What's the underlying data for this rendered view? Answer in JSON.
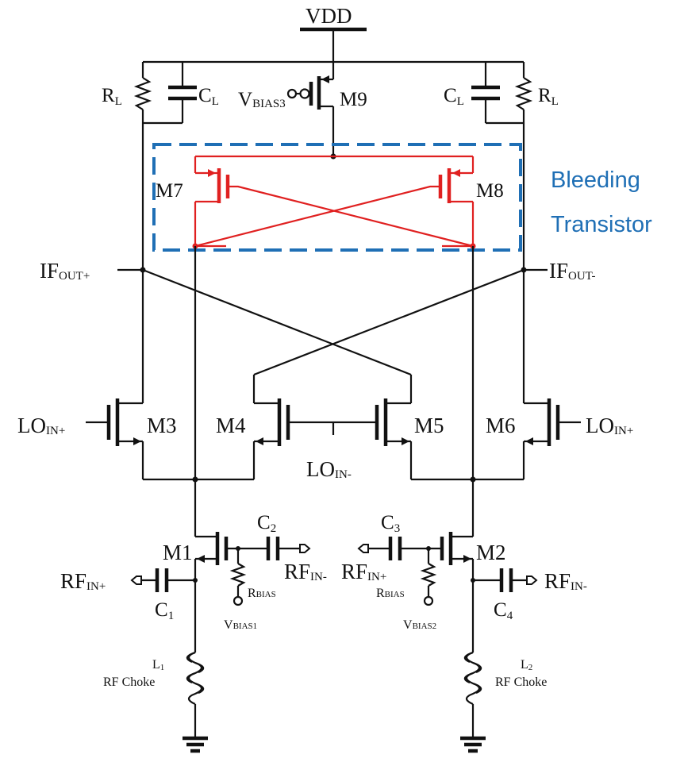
{
  "colors": {
    "wire": "#111111",
    "bleeding": "#e02020",
    "box": "#1f6fb5"
  },
  "labels": {
    "vdd": "VDD",
    "rl_left": "R",
    "rl_left_sub": "L",
    "cl_left": "C",
    "cl_left_sub": "L",
    "vbias3": "V",
    "vbias3_sub": "BIAS3",
    "m9": "M9",
    "cl_right": "C",
    "cl_right_sub": "L",
    "rl_right": "R",
    "rl_right_sub": "L",
    "m7": "M7",
    "m8": "M8",
    "bleeding_1": "Bleeding",
    "bleeding_2": "Transistor",
    "ifout_plus": "IF",
    "ifout_plus_sub": "OUT+",
    "ifout_minus": "IF",
    "ifout_minus_sub": "OUT-",
    "loin_plus_left": "LO",
    "loin_plus_left_sub": "IN+",
    "m3": "M3",
    "m4": "M4",
    "m5": "M5",
    "m6": "M6",
    "loin_plus_right": "LO",
    "loin_plus_right_sub": "IN+",
    "loin_minus": "LO",
    "loin_minus_sub": "IN-",
    "c2": "C",
    "c2_sub": "2",
    "c3": "C",
    "c3_sub": "3",
    "m1": "M1",
    "m2": "M2",
    "rfin_plus_left": "RF",
    "rfin_plus_left_sub": "IN+",
    "rfin_minus_mid": "RF",
    "rfin_minus_mid_sub": "IN-",
    "rfin_plus_mid": "RF",
    "rfin_plus_mid_sub": "IN+",
    "rfin_minus_right": "RF",
    "rfin_minus_right_sub": "IN-",
    "rbias_left": "R",
    "rbias_left_sub": "BIAS",
    "rbias_right": "R",
    "rbias_right_sub": "BIAS",
    "c1": "C",
    "c1_sub": "1",
    "c4": "C",
    "c4_sub": "4",
    "vbias1": "V",
    "vbias1_sub": "BIAS1",
    "vbias2": "V",
    "vbias2_sub": "BIAS2",
    "l1": "L",
    "l1_sub": "1",
    "l1_desc": "RF Choke",
    "l2": "L",
    "l2_sub": "2",
    "l2_desc": "RF Choke"
  }
}
